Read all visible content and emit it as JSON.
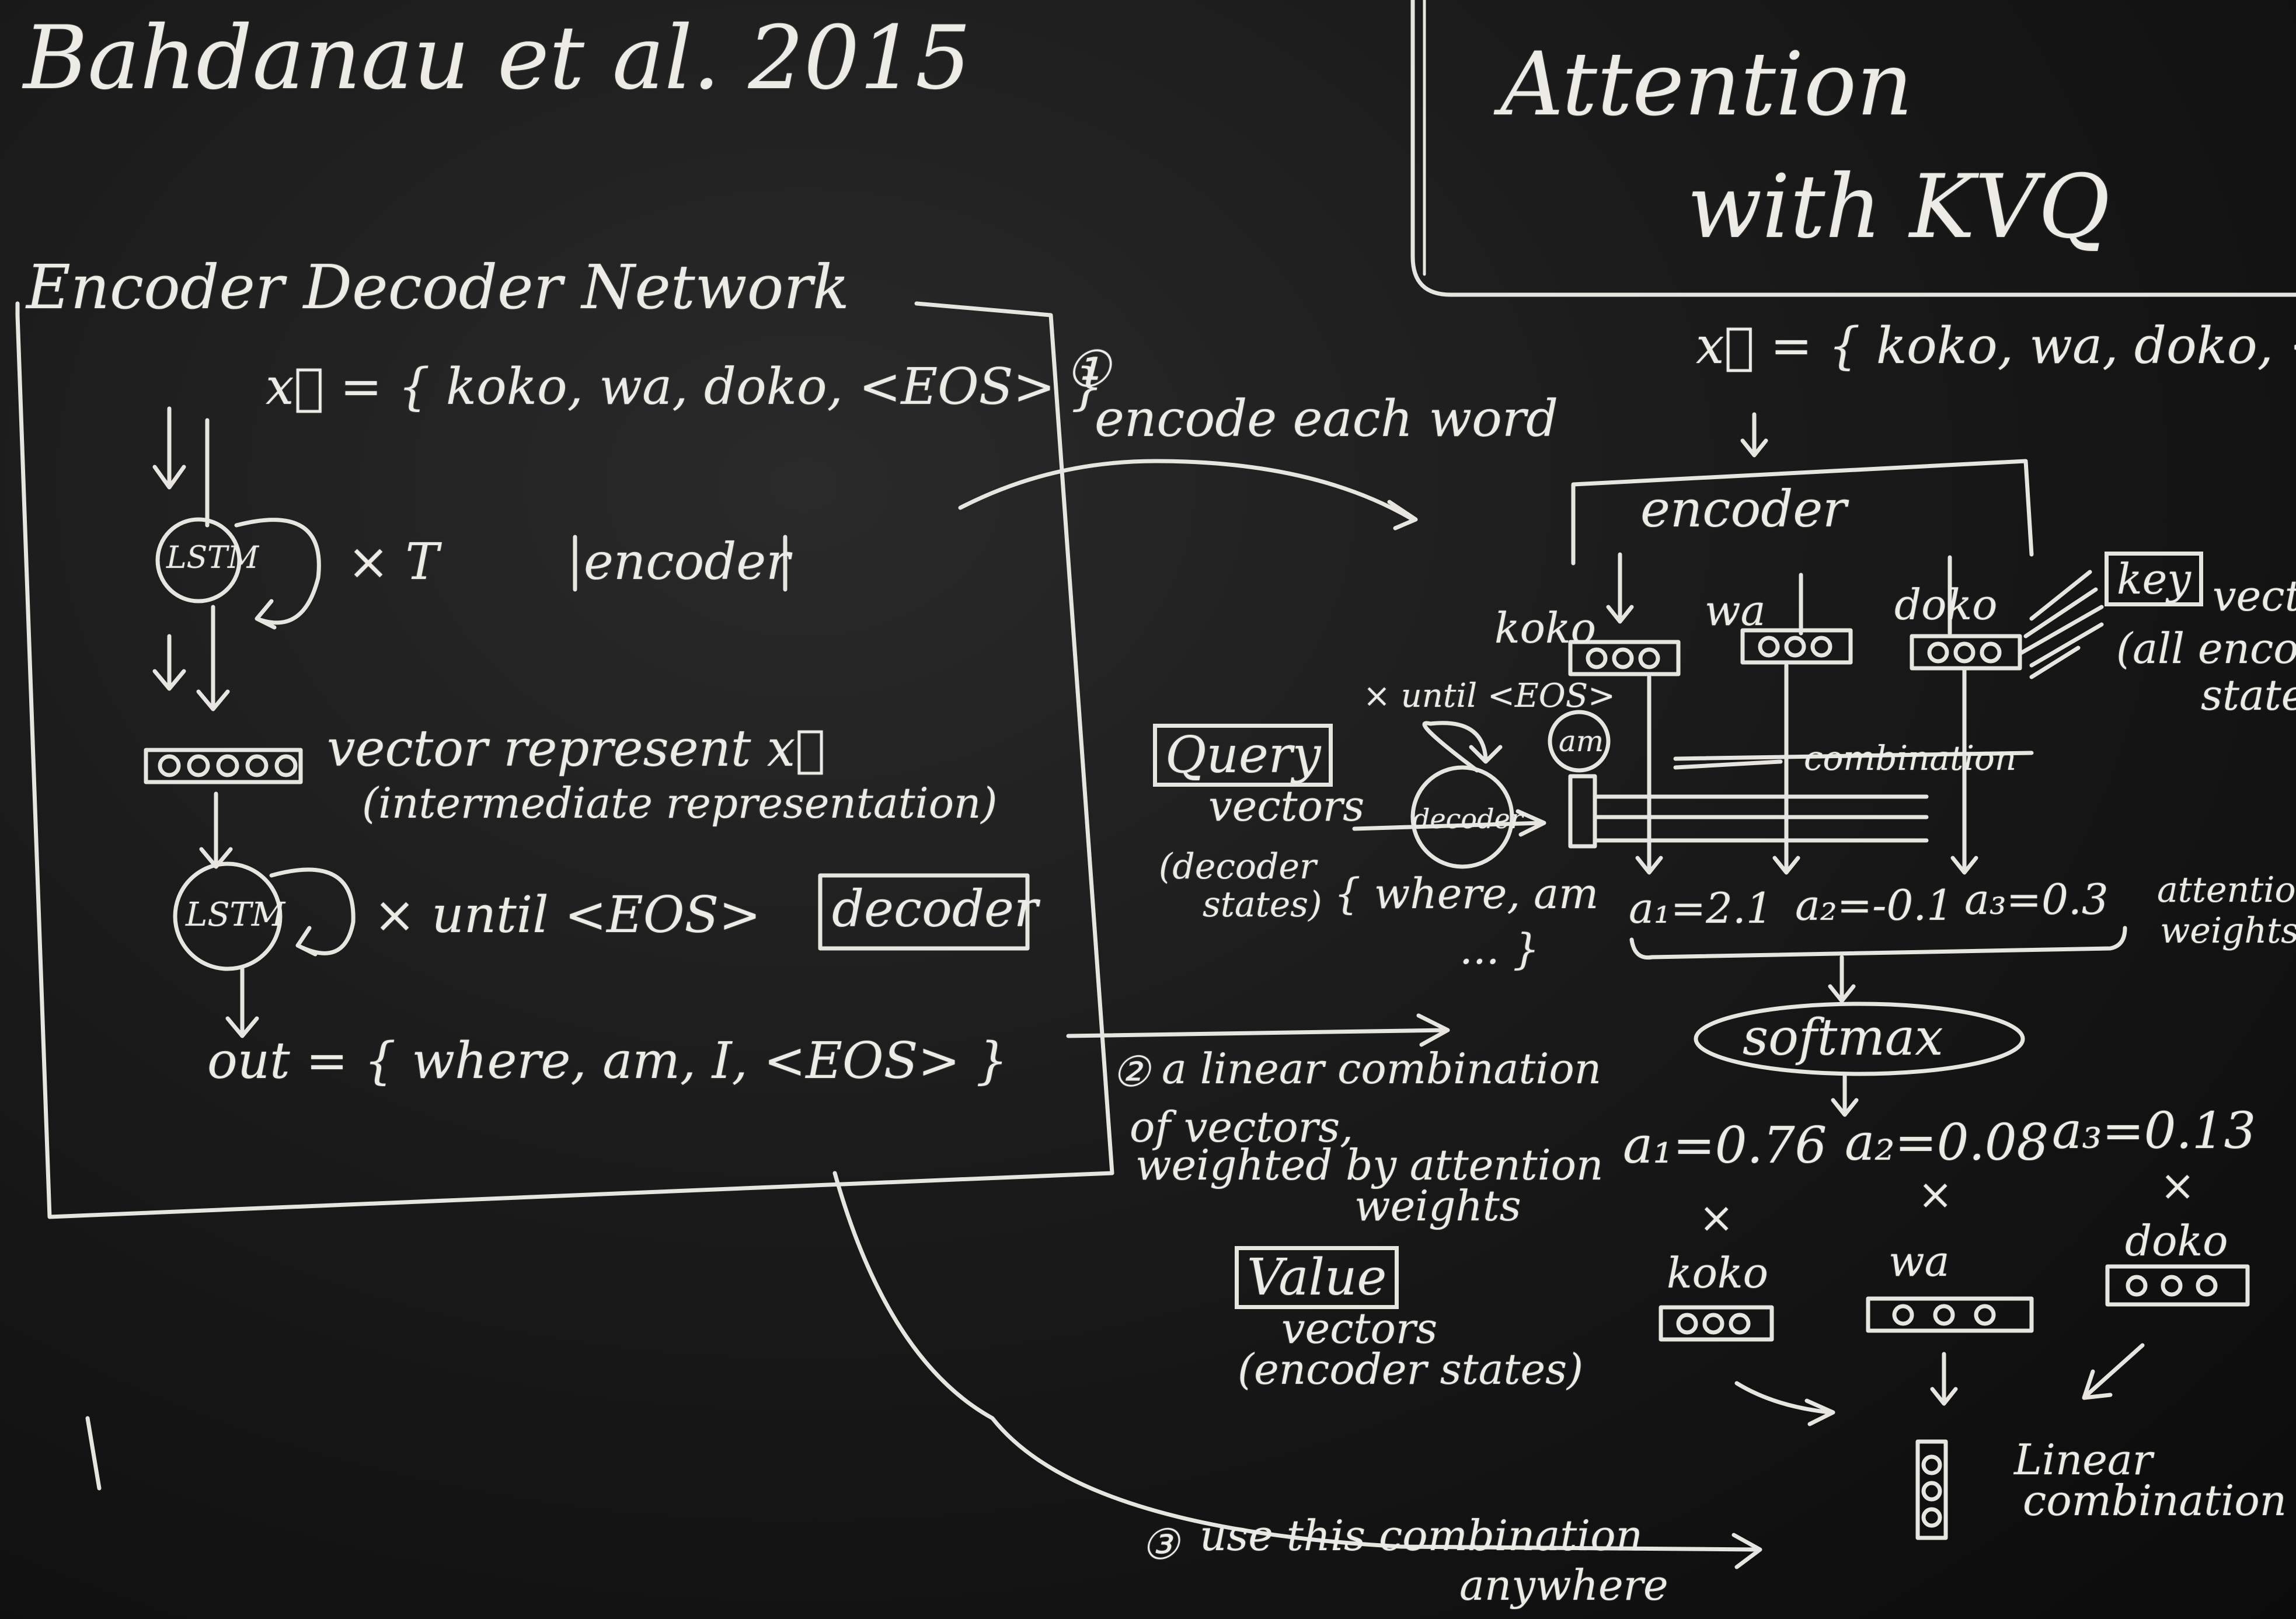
{
  "header": {
    "citation": "Bahdanau et al. 2015"
  },
  "title_box": {
    "line1": "Attention",
    "line2": "with KVQ"
  },
  "encoder_decoder": {
    "heading": "Encoder Decoder Network",
    "input": "x⃗ = { koko, wa, doko, <EOS> }",
    "lstm": "LSTM",
    "times_T": "× T",
    "encoder_label": "encoder",
    "vector_line1": "vector represent x⃗",
    "vector_line2": "(intermediate representation)",
    "until_eos": "× until <EOS>",
    "decoder_label": "decoder",
    "output": "out = { where, am, I, <EOS> }"
  },
  "steps": {
    "step1_num": "①",
    "step1": "encode each word",
    "step2_num": "②",
    "step2_line1": "a linear combination",
    "step2_line2": "of vectors,",
    "step2_line3": "weighted by attention",
    "step2_line4": "weights",
    "step3_num": "③",
    "step3_line1": "use this combination",
    "step3_line2": "anywhere"
  },
  "kvq": {
    "input": "x⃗ = { koko, wa, doko, <E",
    "encoder_label": "encoder",
    "words": [
      "koko",
      "wa",
      "doko"
    ],
    "key_label": "key",
    "key_desc1": "vectors",
    "key_desc2": "(all encoder",
    "key_desc3": "states)",
    "until_eos": "× until <EOS>",
    "am": "am",
    "query_label": "Query",
    "query_desc1": "vectors",
    "query_desc2": "(decoder",
    "query_desc3": "states)",
    "decoder_node": "decoder",
    "query_set": "{ where, am",
    "query_set_end": "... }",
    "crossed": "combination",
    "attn_weights": [
      "a₁=2.1",
      "a₂=-0.1",
      "a₃=0.3"
    ],
    "attn_label1": "attention",
    "attn_label2": "weights",
    "softmax": "softmax",
    "softmax_weights": [
      "a₁=0.76",
      "a₂=0.08",
      "a₃=0.13"
    ],
    "times": "×",
    "value_label": "Value",
    "value_desc1": "vectors",
    "value_desc2": "(encoder states)",
    "value_words": [
      "koko",
      "wa",
      "doko"
    ],
    "linear_label1": "Linear",
    "linear_label2": "combination"
  },
  "colors": {
    "board": "#111111",
    "chalk": "#ecebe6"
  }
}
